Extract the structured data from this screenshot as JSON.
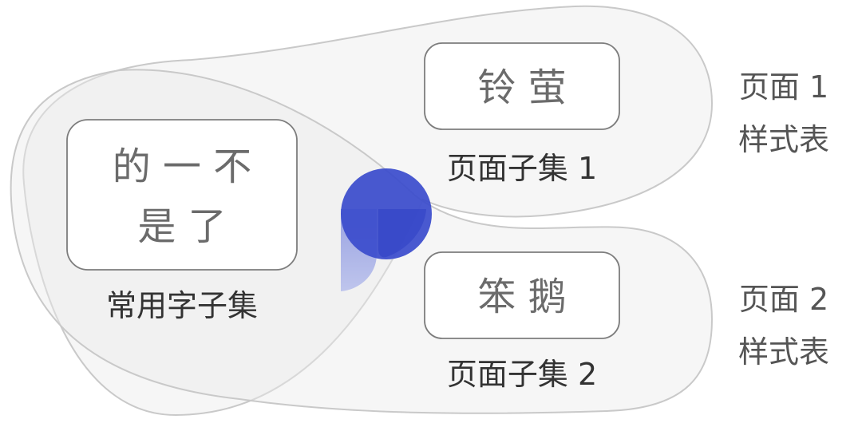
{
  "common_subset": {
    "chars_line1": "的 一 不",
    "chars_line2": "是 了",
    "caption": "常用字子集"
  },
  "page1": {
    "chars": "铃 萤",
    "caption": "页面子集 1",
    "stylesheet_line1": "页面 1",
    "stylesheet_line2": "样式表"
  },
  "page2": {
    "chars": "笨 鹅",
    "caption": "页面子集 2",
    "stylesheet_line1": "页面 2",
    "stylesheet_line2": "样式表"
  },
  "colors": {
    "logo_main": "#3b4ccc",
    "logo_light": "#aeb6e6"
  }
}
